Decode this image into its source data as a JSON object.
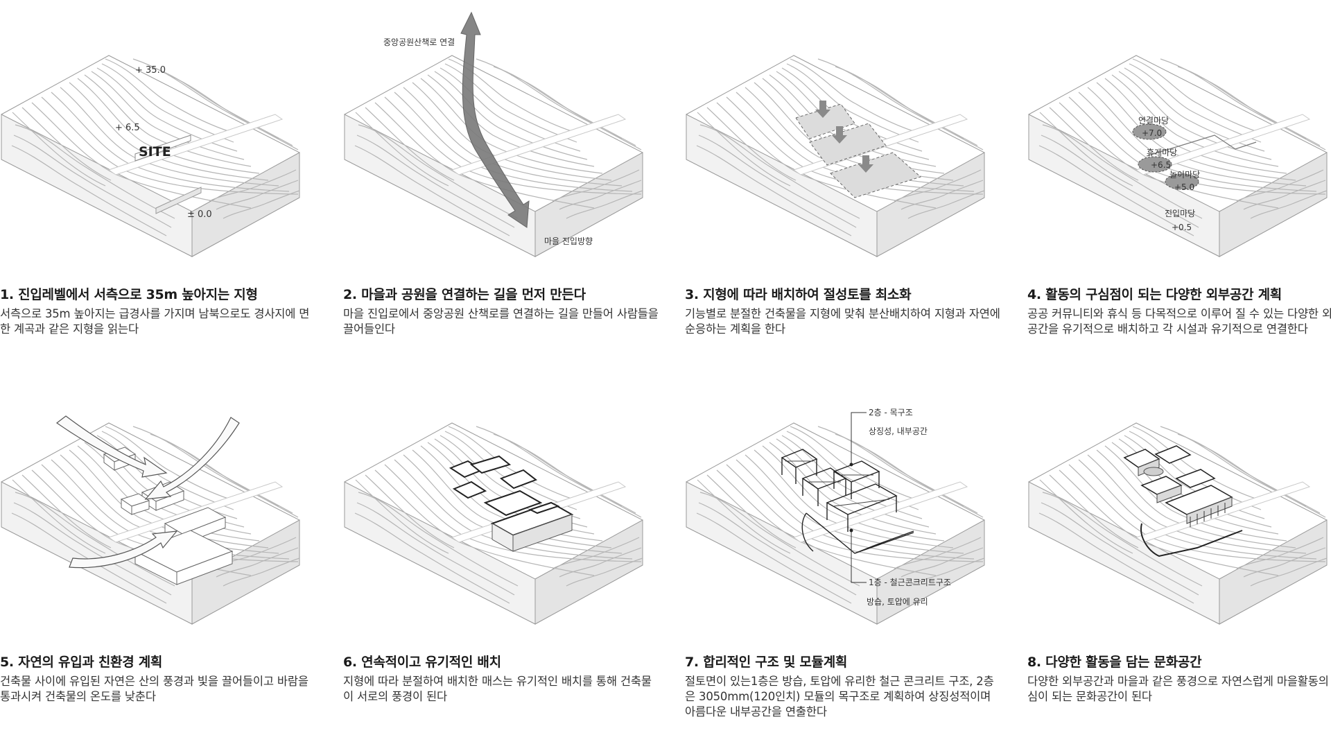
{
  "panels": [
    {
      "title": "1. 진입레벨에서 서측으로 35m 높아지는 지형",
      "desc": "서측으로 35m 높아지는 급경사를 가지며 남북으로도 경사지에 면한 계곡과 같은 지형을 읽는다",
      "labels": {
        "elev_high": "+ 35.0",
        "elev_mid": "+ 6.5",
        "site": "SITE",
        "elev_zero": "± 0.0"
      }
    },
    {
      "title": "2. 마을과 공원을 연결하는 길을 먼저 만든다",
      "desc": "마을 진입로에서 중앙공원 산책로를 연결하는 길을 만들어 사람들을 끌어들인다",
      "labels": {
        "top": "중앙공원산책로 연결",
        "bottom": "마을 진입방향"
      }
    },
    {
      "title": "3. 지형에 따라 배치하여 절성토를 최소화",
      "desc": "기능별로 분절한 건축물을 지형에 맞춰 분산배치하여 지형과 자연에 순응하는 계획을 한다",
      "labels": {}
    },
    {
      "title": "4. 활동의 구심점이 되는   다양한 외부공간 계획",
      "desc": "공공 커뮤니티와 휴식 등 다목적으로 이루어 질 수 있는 다양한 외부공간을 유기적으로 배치하고 각 시설과 유기적으로 연결한다",
      "labels": {
        "a_name": "연결마당",
        "a_elev": "+7.0",
        "b_name": "휴게마당",
        "b_elev": "+6.5",
        "c_name": "놀이마당",
        "c_elev": "+5.0",
        "d_name": "진입마당",
        "d_elev": "+0.5"
      }
    },
    {
      "title": "5. 자연의 유입과 친환경 계획",
      "desc": "건축물 사이에 유입된 자연은 산의 풍경과 빛을 끌어들이고 바람을 통과시켜 건축물의 온도를 낮춘다",
      "labels": {}
    },
    {
      "title": "6. 연속적이고 유기적인 배치",
      "desc": "지형에 따라 분절하여 배치한 매스는 유기적인 배치를 통해 건축물이 서로의 풍경이 된다",
      "labels": {}
    },
    {
      "title": "7. 합리적인 구조 및 모듈계획",
      "desc": "절토면이 있는1층은 방습, 토압에 유리한 철근   콘크리트 구조, 2층은 3050mm(120인치) 모듈의 목구조로 계획하여 상징성적이며 아름다운 내부공간을 연출한다",
      "labels": {
        "upper_a": "2층 - 목구조",
        "upper_b": "상징성, 내부공간",
        "lower_a": "1층 - 철근콘크리트구조",
        "lower_b": "방습, 토압에 유리"
      }
    },
    {
      "title": "8. 다양한 활동을 담는 문화공간",
      "desc": "다양한 외부공간과 마을과 같은 풍경으로 자연스럽게 마을활동의 중심이 되는 문화공간이 된다",
      "labels": {}
    }
  ]
}
